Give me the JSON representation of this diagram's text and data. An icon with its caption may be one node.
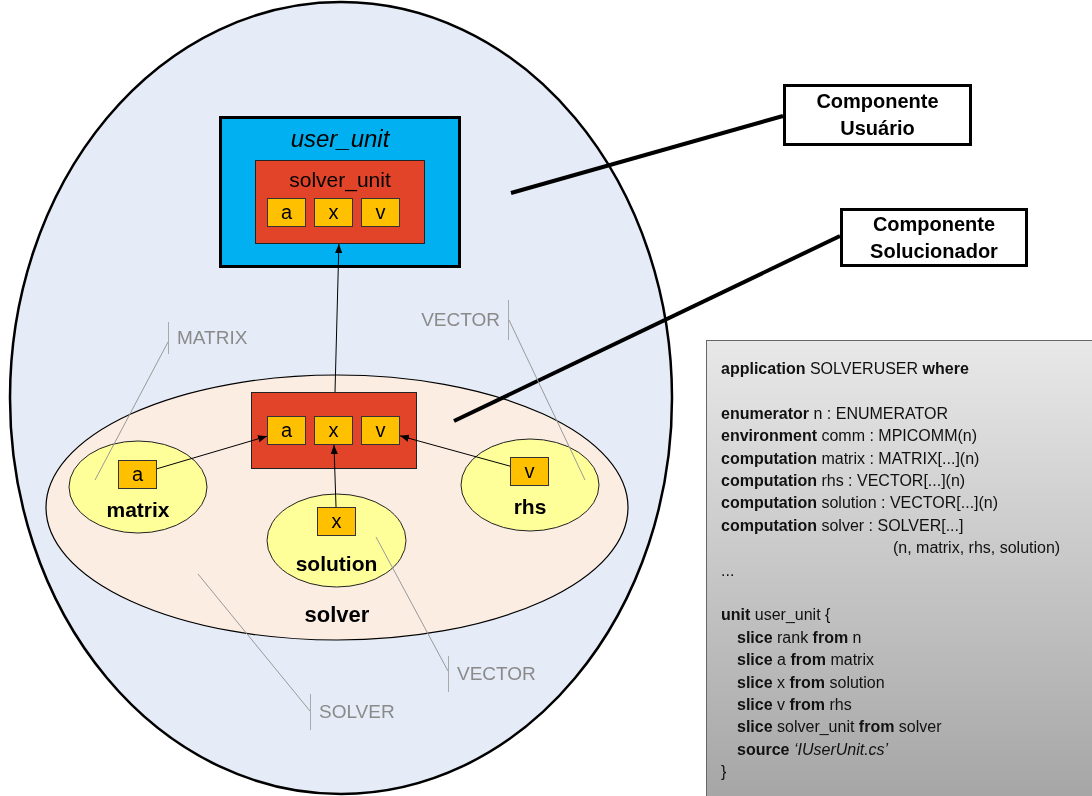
{
  "diagram": {
    "nodes": [
      {
        "text": [],
        "shape": "circle"
      },
      {
        "text": [
          "user_unit"
        ],
        "in": 0
      },
      {
        "text": [
          "solver_unit"
        ],
        "in": 1
      },
      {
        "text": [
          "a"
        ],
        "in": 2
      },
      {
        "text": [
          "x"
        ],
        "in": 2
      },
      {
        "text": [
          "v"
        ],
        "in": 2
      },
      {
        "text": [
          "solver"
        ],
        "in": 0
      },
      {
        "text": [],
        "shape": "box",
        "in": 6
      },
      {
        "text": [
          "a"
        ],
        "in": 7
      },
      {
        "text": [
          "x"
        ],
        "in": 7
      },
      {
        "text": [
          "v"
        ],
        "in": 7
      },
      {
        "text": [
          "matrix"
        ],
        "in": 6
      },
      {
        "text": [
          "a"
        ],
        "in": 11
      },
      {
        "text": [
          "solution"
        ],
        "in": 6
      },
      {
        "text": [
          "x"
        ],
        "in": 13
      },
      {
        "text": [
          "rhs"
        ],
        "in": 6
      },
      {
        "text": [
          "v"
        ],
        "in": 15
      },
      {
        "text": [
          "Componente Usuário"
        ]
      },
      {
        "text": [
          "Componente Solucionador"
        ]
      },
      {
        "text": [
          "MATRIX"
        ],
        "in": 0
      },
      {
        "text": [
          "VECTOR"
        ],
        "in": 0
      },
      {
        "text": [
          "VECTOR"
        ],
        "in": 0
      },
      {
        "text": [
          "SOLVER"
        ],
        "in": 0
      },
      {
        "text": [
          "**application** SOLVERUSER **where**",
          "**enumerator** n : ENUMERATOR",
          "**environment** comm : MPICOMM(n)",
          "**computation** matrix : MATRIX[...](n)",
          "**computation** rhs : VECTOR[...](n)",
          "**computation** solution : VECTOR[...](n)",
          "**computation** solver : SOLVER[...]",
          "(n, matrix, rhs, solution)",
          "...",
          "**unit** user_unit {",
          "**slice** rank **from** n",
          "**slice** a **from** matrix",
          "**slice** x **from** solution",
          "**slice** v **from** rhs",
          "**slice** solver_unit **from** solver",
          "**source** *‘IUserUnit.cs’*",
          "}"
        ]
      }
    ],
    "edges": [
      {
        "from": 7,
        "to": 2,
        "arrow": "to"
      },
      {
        "from": 12,
        "to": 8,
        "arrow": "to"
      },
      {
        "from": 14,
        "to": 9,
        "arrow": "to"
      },
      {
        "from": 16,
        "to": 10,
        "arrow": "to"
      },
      {
        "from": 17,
        "to": 0,
        "arrow": "none",
        "style": "thick"
      },
      {
        "from": 18,
        "to": 6,
        "arrow": "none",
        "style": "thick"
      },
      {
        "from": 19,
        "to": 11,
        "arrow": "none",
        "color": "#999999"
      },
      {
        "from": 20,
        "to": 15,
        "arrow": "none",
        "color": "#999999"
      },
      {
        "from": 21,
        "to": 13,
        "arrow": "none",
        "color": "#999999"
      },
      {
        "from": 22,
        "to": 6,
        "arrow": "none",
        "color": "#999999"
      }
    ]
  }
}
